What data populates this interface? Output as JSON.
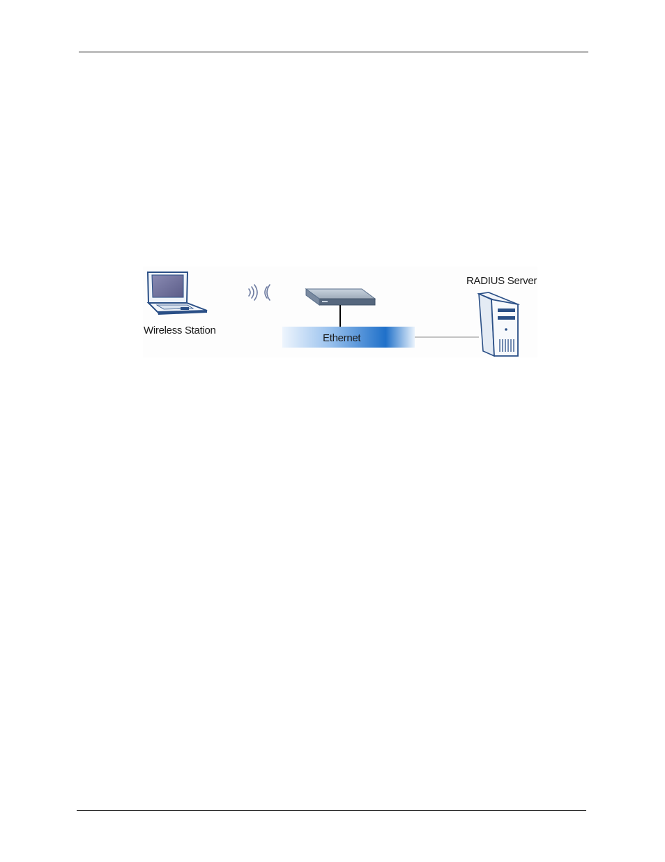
{
  "diagram": {
    "nodes": {
      "wireless_station": {
        "label": "Wireless Station",
        "icon": "laptop-icon"
      },
      "access_point": {
        "icon": "access-point-icon"
      },
      "radius_server": {
        "label": "RADIUS Server",
        "icon": "server-tower-icon"
      }
    },
    "network": {
      "label": "Ethernet"
    },
    "links": [
      {
        "from": "wireless_station",
        "to": "access_point",
        "kind": "wireless"
      },
      {
        "from": "access_point",
        "to": "network",
        "kind": "wired"
      },
      {
        "from": "network",
        "to": "radius_server",
        "kind": "wired"
      }
    ],
    "colors": {
      "ethernet_band_center": "#1e6fc8",
      "ethernet_band_edge": "#eaf3fc",
      "laptop_screen": "#6e6f99",
      "outline": "#2a4f86"
    }
  }
}
